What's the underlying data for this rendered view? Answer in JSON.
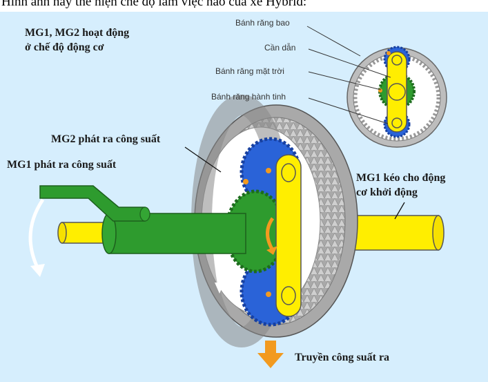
{
  "question": "Hình ảnh này thể hiện chế độ làm việc nào của xe Hybrid:",
  "labels": {
    "mode_line1": "MG1, MG2 hoạt động",
    "mode_line2": "ở chế độ động cơ",
    "mg2_output": "MG2 phát ra công suất",
    "mg1_output": "MG1 phát ra công suất",
    "mg1_start_line1": "MG1 kéo cho động",
    "mg1_start_line2": "cơ khởi động",
    "power_out": "Truyền công suất ra"
  },
  "legend": {
    "ring_gear": "Bánh răng bao",
    "carrier": "Cần dẫn",
    "sun_gear": "Bánh răng mặt trời",
    "planet_gear": "Bánh răng hành tinh"
  },
  "colors": {
    "background": "#d6eefd",
    "ring": "#bdbdbd",
    "planet": "#2a63d8",
    "sun": "#2e9b2e",
    "carrier": "#ffee00",
    "arrow": "#f29a1f"
  }
}
